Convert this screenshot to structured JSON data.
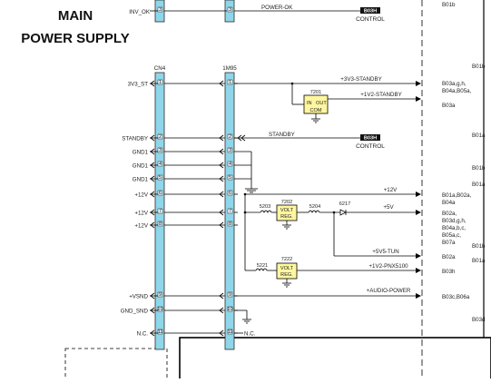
{
  "title": {
    "line1": "MAIN",
    "line2": "POWER SUPPLY"
  },
  "connectors": {
    "left": "CN4",
    "right": "1M95"
  },
  "inv_ok": {
    "label": "INV_OK",
    "pin": "3",
    "pin_right": "3",
    "signal": "POWER-OK",
    "chip": "B03H",
    "control": "CONTROL",
    "ref": "B01b"
  },
  "standby_control": {
    "signal": "STANDBY",
    "chip": "B03H",
    "control": "CONTROL",
    "ref": "B01a"
  },
  "pins": [
    {
      "label": "3V3_ST",
      "pin": "1",
      "pin_right": "1"
    },
    {
      "label": "STANDBY",
      "pin": "2",
      "pin_right": "2"
    },
    {
      "label": "GND1",
      "pin": "3",
      "pin_right": "3"
    },
    {
      "label": "GND1",
      "pin": "4",
      "pin_right": "4"
    },
    {
      "label": "GND1",
      "pin": "5",
      "pin_right": "5"
    },
    {
      "label": "+12V",
      "pin": "6",
      "pin_right": "6"
    },
    {
      "label": "+12V",
      "pin": "7",
      "pin_right": "7"
    },
    {
      "label": "+12V",
      "pin": "8",
      "pin_right": "8"
    },
    {
      "label": "+VSND",
      "pin": "9",
      "pin_right": "9"
    },
    {
      "label": "GND_SND",
      "pin": "10",
      "pin_right": "10"
    },
    {
      "label": "N.C.",
      "pin": "11",
      "pin_right": "11"
    }
  ],
  "nc_right": "N.C.",
  "components": {
    "reg7201": {
      "ref": "7201",
      "in": "IN",
      "out": "OUT",
      "com": "COM"
    },
    "reg7202": {
      "ref": "7202",
      "line1": "VOLT",
      "line2": "REG."
    },
    "reg7222": {
      "ref": "7222",
      "line1": "VOLT",
      "line2": "REG."
    },
    "coil5203": "5203",
    "coil5204": "5204",
    "diode6217": "6217",
    "coil5221": "5221"
  },
  "rails": [
    {
      "name": "+3V3-STANDBY"
    },
    {
      "name": "+1V2-STANDBY"
    },
    {
      "name": "+12V"
    },
    {
      "name": "+5V"
    },
    {
      "name": "+5V5-TUN"
    },
    {
      "name": "+1V2-PNX5100"
    },
    {
      "name": "+AUDIO-POWER"
    }
  ],
  "right_refs": [
    "B01b",
    "B01b",
    "B03a,g,h,",
    "B04a,B05a,",
    "B03a",
    "B01a",
    "B01b",
    "B01a",
    "B01a,B02a,",
    "B04a",
    "B02a,",
    "B03d,g,h,",
    "B04a,b,c,",
    "B05a,c,",
    "B07a",
    "B01b",
    "B02a",
    "B01a",
    "B03h",
    "B03c,B06a",
    "B03d"
  ],
  "colors": {
    "connector": "#8fd6ea",
    "connector_edge": "#2a2a2a",
    "chip": "#111111",
    "reg": "#fff7a0",
    "wire": "#000000"
  }
}
